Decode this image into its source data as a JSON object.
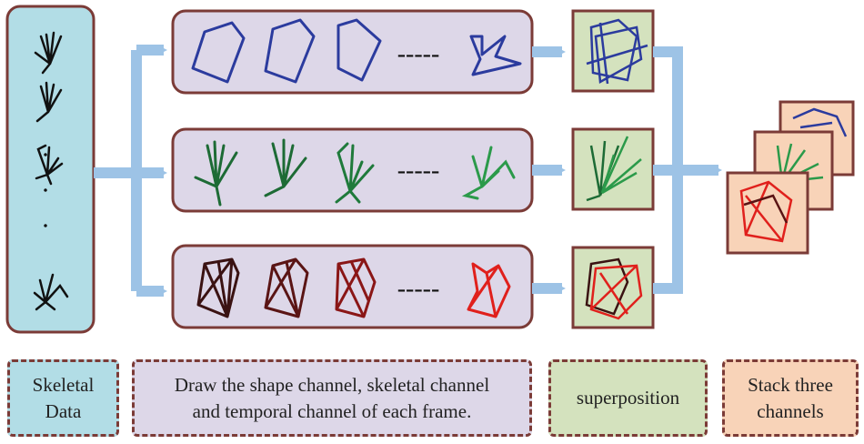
{
  "legend": {
    "skeletal": {
      "lines": [
        "Skeletal",
        "Data"
      ],
      "color": "#b2dde6"
    },
    "draw": {
      "lines": [
        "Draw the shape channel, skeletal channel",
        "and temporal channel of each frame."
      ],
      "color": "#ddd7e8"
    },
    "superposition": {
      "lines": [
        "superposition"
      ],
      "color": "#d4e2be"
    },
    "stack": {
      "lines": [
        "Stack three",
        "channels"
      ],
      "color": "#f8d3b8"
    }
  },
  "rows": {
    "shape_channel": {
      "ellipsis": "-----",
      "color": "#2b3b9e"
    },
    "skeletal_channel": {
      "ellipsis": "-----",
      "color": "#2b9a4a"
    },
    "temporal_channel": {
      "ellipsis": "-----",
      "color": "#e0201c"
    }
  },
  "skeletal_panel_ellipsis": ". . ."
}
